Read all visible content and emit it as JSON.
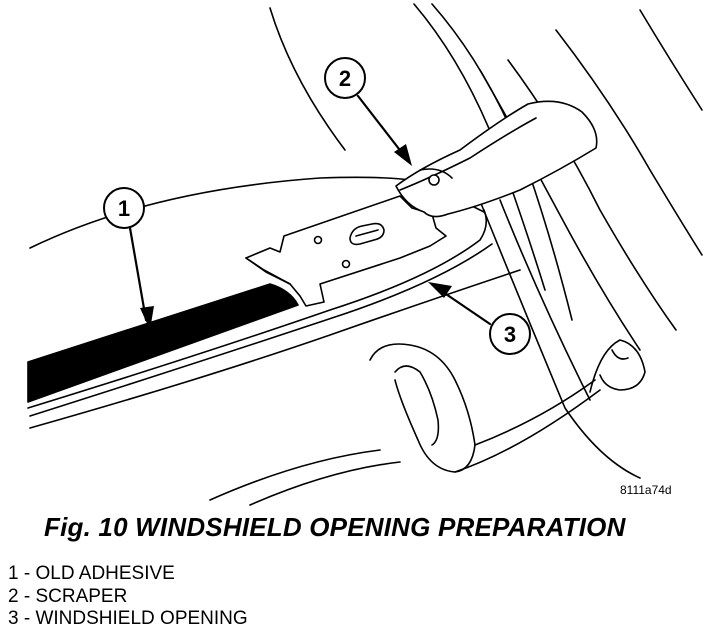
{
  "figure": {
    "ref_code": "8111a74d",
    "callouts": [
      {
        "number": "1"
      },
      {
        "number": "2"
      },
      {
        "number": "3"
      }
    ]
  },
  "caption": "Fig. 10 WINDSHIELD OPENING PREPARATION",
  "legend": [
    {
      "number": "1",
      "sep": " - ",
      "label": "OLD ADHESIVE"
    },
    {
      "number": "2",
      "sep": " - ",
      "label": "SCRAPER"
    },
    {
      "number": "3",
      "sep": " - ",
      "label": "WINDSHIELD OPENING"
    }
  ]
}
